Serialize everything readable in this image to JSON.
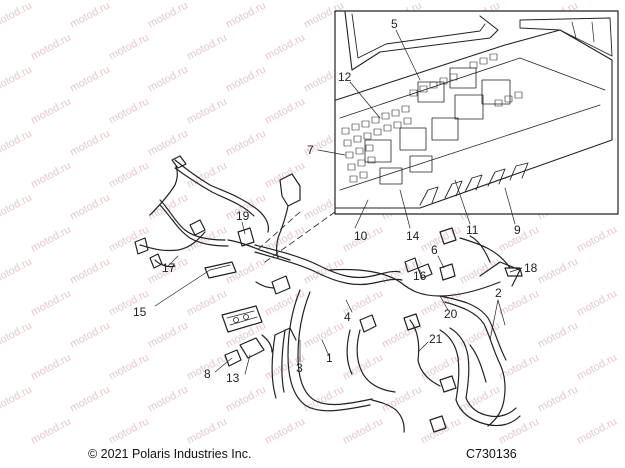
{
  "watermark": {
    "text": "motod.ru"
  },
  "callouts": [
    {
      "id": "c1",
      "text": "1"
    },
    {
      "id": "c2",
      "text": "2"
    },
    {
      "id": "c3",
      "text": "3"
    },
    {
      "id": "c4",
      "text": "4"
    },
    {
      "id": "c5",
      "text": "5"
    },
    {
      "id": "c6",
      "text": "6"
    },
    {
      "id": "c7",
      "text": "7"
    },
    {
      "id": "c8",
      "text": "8"
    },
    {
      "id": "c9",
      "text": "9"
    },
    {
      "id": "c10",
      "text": "10"
    },
    {
      "id": "c11",
      "text": "11"
    },
    {
      "id": "c12",
      "text": "12"
    },
    {
      "id": "c13",
      "text": "13"
    },
    {
      "id": "c14",
      "text": "14"
    },
    {
      "id": "c15",
      "text": "15"
    },
    {
      "id": "c16",
      "text": "16"
    },
    {
      "id": "c17",
      "text": "17"
    },
    {
      "id": "c18",
      "text": "18"
    },
    {
      "id": "c19",
      "text": "19"
    },
    {
      "id": "c20",
      "text": "20"
    },
    {
      "id": "c21",
      "text": "21"
    }
  ],
  "footer": {
    "copyright": "© 2021 Polaris Industries Inc.",
    "code": "C730136"
  }
}
